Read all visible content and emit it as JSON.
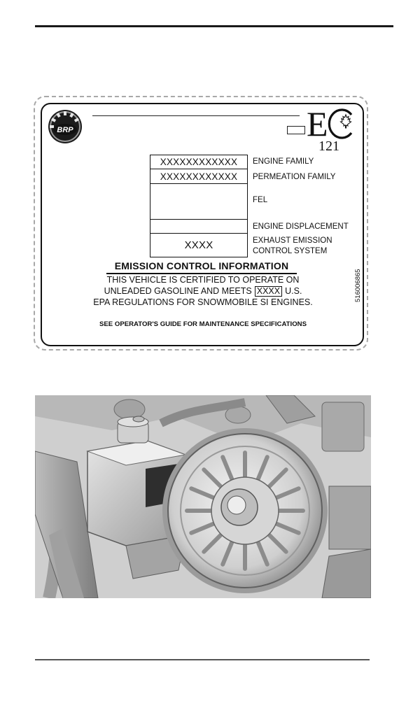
{
  "label": {
    "logo_text": "BRP",
    "ec_number": "121",
    "cells": [
      "XXXXXXXXXXXX",
      "XXXXXXXXXXXX",
      "",
      "",
      "XXXX"
    ],
    "field_labels": {
      "engine_family": "ENGINE FAMILY",
      "permeation_family": "PERMEATION FAMILY",
      "fel": "FEL",
      "engine_displacement": "ENGINE DISPLACEMENT",
      "exhaust_line1": "EXHAUST EMISSION",
      "exhaust_line2": "CONTROL SYSTEM"
    },
    "title": "EMISSION CONTROL INFORMATION",
    "cert_line1": "THIS VEHICLE IS CERTIFIED TO OPERATE ON",
    "cert_line2_pre": "UNLEADED GASOLINE AND MEETS",
    "cert_line2_box": "XXXX",
    "cert_line2_post": "U.S.",
    "cert_line3": "EPA REGULATIONS FOR SNOWMOBILE SI ENGINES.",
    "footer": "SEE OPERATOR'S GUIDE FOR MAINTENANCE SPECIFICATIONS",
    "part_number": "516006865"
  },
  "colors": {
    "ink": "#111111",
    "dashed_border": "#a8a8a8",
    "label_sticker": "#2e2e2e"
  },
  "icons": [
    "brp-logo-icon",
    "ec-canada-mark-icon",
    "maple-leaf-icon"
  ]
}
